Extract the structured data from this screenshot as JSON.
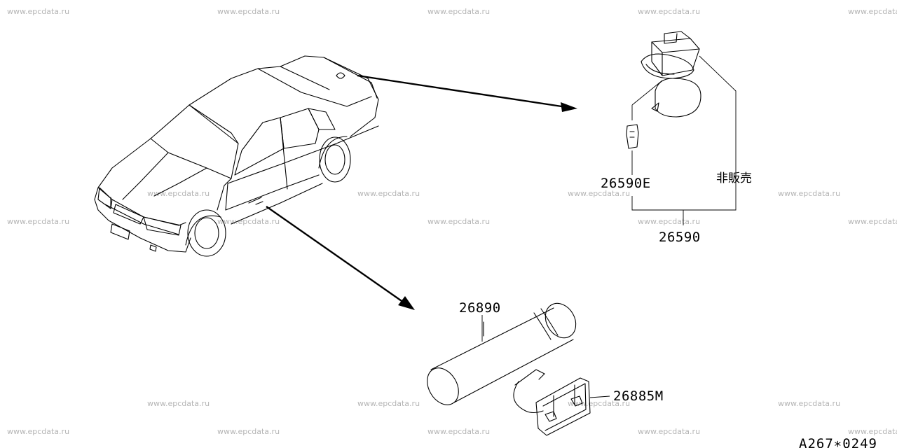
{
  "watermark": "www.epcdata.ru",
  "labels": {
    "bulb": "26590E",
    "not_sold": "非販売",
    "lamp_assembly": "26590",
    "lens": "26890",
    "bracket": "26885M"
  },
  "reference_code": "A267∗0249",
  "icons": {
    "car": "sedan-car-icon",
    "lamp": "map-lamp-icon",
    "bulb": "bulb-icon",
    "lens": "lamp-lens-icon",
    "bracket": "lamp-bracket-icon"
  }
}
